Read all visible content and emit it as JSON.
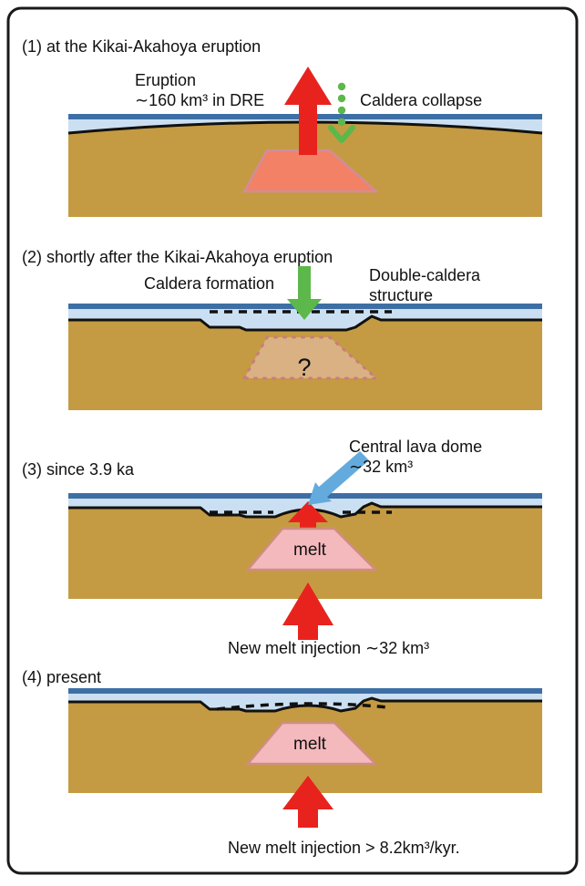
{
  "colors": {
    "frame": "#1a1a1a",
    "text": "#111111",
    "ground": "#c49b42",
    "sea_surface": "#3d6fa5",
    "water": "#cbdff2",
    "red": "#e8231e",
    "green": "#5cb84a",
    "blue_arrow": "#64abdd",
    "magma_fill": "#f28166",
    "magma_border": "#d18d98",
    "mush_fill": "#d9b183",
    "mush_border": "#ca7d7d",
    "melt_fill": "#f4b9bd",
    "melt_border": "#d08d82"
  },
  "panels": [
    {
      "title": "(1) at the Kikai-Akahoya eruption",
      "labels": {
        "eruption_line1": "Eruption",
        "eruption_line2": "∼160 km³ in DRE",
        "caldera_collapse": "Caldera collapse"
      }
    },
    {
      "title": "(2) shortly after the Kikai-Akahoya eruption",
      "labels": {
        "caldera_formation": "Caldera formation",
        "double_caldera_line1": "Double-caldera",
        "double_caldera_line2": "structure",
        "question_mark": "?"
      }
    },
    {
      "title": "(3) since 3.9 ka",
      "labels": {
        "lava_dome_line1": "Central lava dome",
        "lava_dome_line2": "∼32 km³",
        "melt": "melt",
        "injection": "New melt injection ∼32 km³"
      }
    },
    {
      "title": "(4) present",
      "labels": {
        "melt": "melt",
        "injection": "New melt injection > 8.2km³/kyr."
      }
    }
  ]
}
